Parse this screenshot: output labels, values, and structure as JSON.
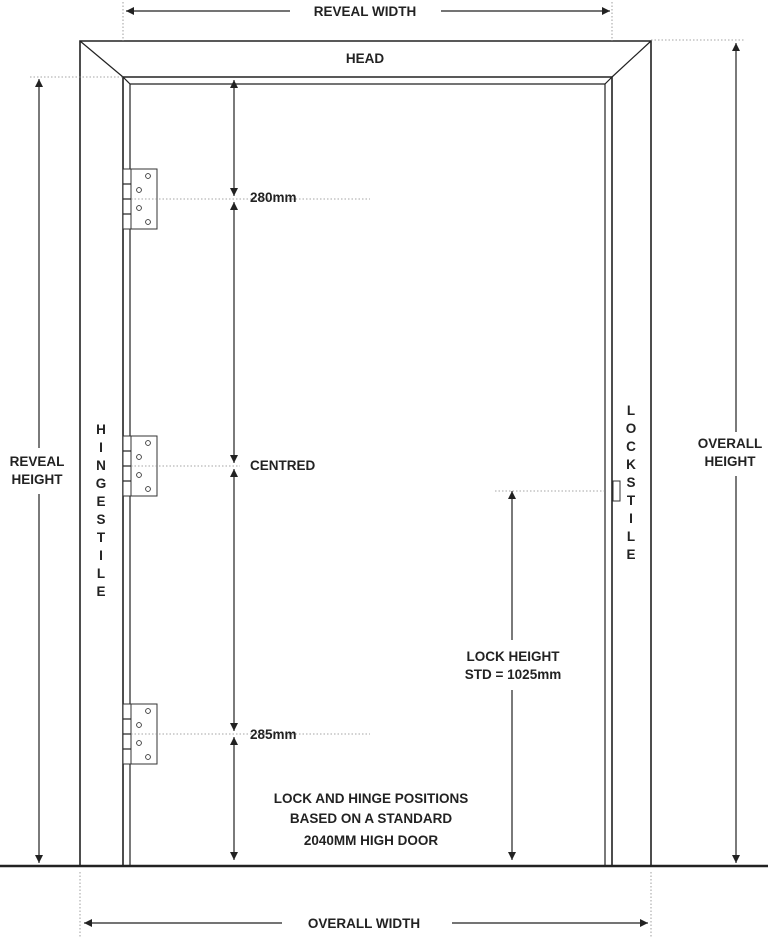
{
  "labels": {
    "reveal_width": "REVEAL WIDTH",
    "head": "HEAD",
    "overall_width": "OVERALL WIDTH",
    "reveal_height": [
      "REVEAL",
      "HEIGHT"
    ],
    "overall_height": [
      "OVERALL",
      "HEIGHT"
    ],
    "hinge_stile": [
      "H",
      "I",
      "N",
      "G",
      "E",
      "S",
      "T",
      "I",
      "L",
      "E"
    ],
    "lock_stile": [
      "L",
      "O",
      "C",
      "K",
      "S",
      "T",
      "I",
      "L",
      "E"
    ],
    "top_hinge_offset": "280mm",
    "middle_hinge": "CENTRED",
    "bottom_hinge_offset": "285mm",
    "lock_height": [
      "LOCK HEIGHT",
      "STD = 1025mm"
    ],
    "note": [
      "LOCK AND HINGE POSITIONS",
      "BASED ON A STANDARD",
      "2040MM HIGH DOOR"
    ]
  }
}
